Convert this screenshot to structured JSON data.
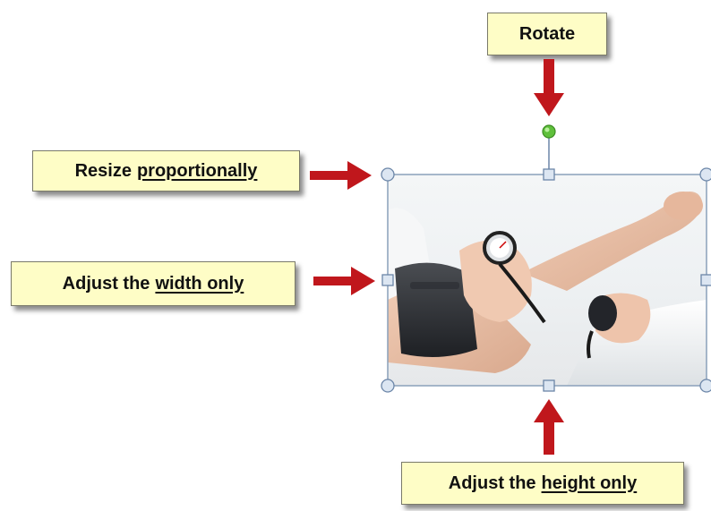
{
  "callouts": {
    "rotate": {
      "text": "Rotate"
    },
    "resize": {
      "prefix": "Resize",
      "underlined": "proportionally"
    },
    "width": {
      "prefix": "Adjust the",
      "underlined": "width only"
    },
    "height": {
      "prefix": "Adjust the",
      "underlined": "height only"
    }
  },
  "colors": {
    "callout_fill": "#fefdc6",
    "arrow": "#c0171c",
    "handle_stroke": "#6c86a8",
    "handle_fill": "#dce6f2",
    "rotate_handle": "#5fc03b",
    "selection_border": "#8aa0ba"
  },
  "picture": {
    "subject": "blood pressure measurement photo"
  },
  "icons": {
    "rotate_handle": "rotate-handle-icon",
    "corner_handle": "corner-resize-handle-icon",
    "side_handle": "side-resize-handle-icon",
    "arrow": "arrow-icon"
  }
}
